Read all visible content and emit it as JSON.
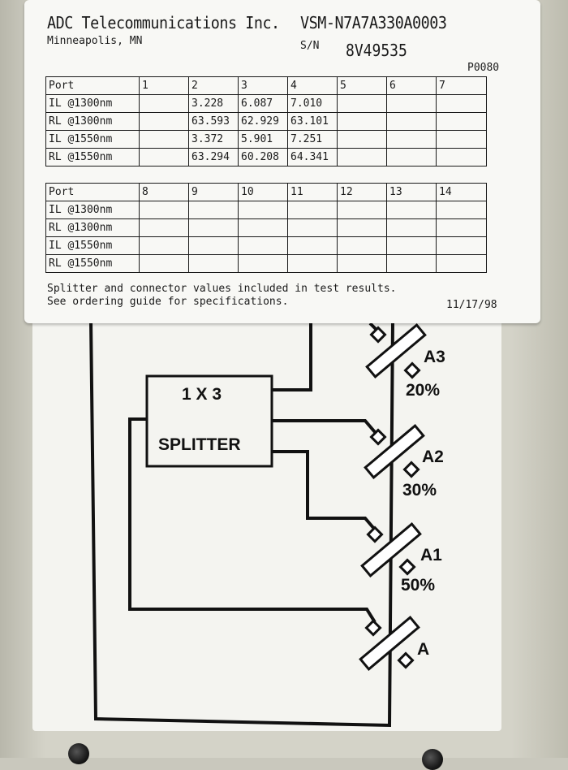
{
  "label": {
    "company": "ADC Telecommunications Inc.",
    "city": "Minneapolis, MN",
    "model": "VSM-N7A7A330A0003",
    "sn_label": "S/N",
    "sn_value": "8V49535",
    "part_code": "P0080",
    "table1": {
      "header": [
        "Port",
        "1",
        "2",
        "3",
        "4",
        "5",
        "6",
        "7"
      ],
      "rows": [
        [
          "IL @1300nm",
          "",
          "3.228",
          "6.087",
          "7.010",
          "",
          "",
          ""
        ],
        [
          "RL @1300nm",
          "",
          "63.593",
          "62.929",
          "63.101",
          "",
          "",
          ""
        ],
        [
          "IL @1550nm",
          "",
          "3.372",
          "5.901",
          "7.251",
          "",
          "",
          ""
        ],
        [
          "RL @1550nm",
          "",
          "63.294",
          "60.208",
          "64.341",
          "",
          "",
          ""
        ]
      ]
    },
    "table2": {
      "header": [
        "Port",
        "8",
        "9",
        "10",
        "11",
        "12",
        "13",
        "14"
      ],
      "rows": [
        [
          "IL @1300nm",
          "",
          "",
          "",
          "",
          "",
          "",
          ""
        ],
        [
          "RL @1300nm",
          "",
          "",
          "",
          "",
          "",
          "",
          ""
        ],
        [
          "IL @1550nm",
          "",
          "",
          "",
          "",
          "",
          "",
          ""
        ],
        [
          "RL @1550nm",
          "",
          "",
          "",
          "",
          "",
          "",
          ""
        ]
      ]
    },
    "note_line1": "Splitter and connector values included in test results.",
    "note_line2": "See ordering guide for specifications.",
    "date": "11/17/98"
  },
  "diagram": {
    "splitter_line1": "1 X 3",
    "splitter_line2": "SPLITTER",
    "ports": [
      {
        "name": "A3",
        "percent": "20%"
      },
      {
        "name": "A2",
        "percent": "30%"
      },
      {
        "name": "A1",
        "percent": "50%"
      },
      {
        "name": "A",
        "percent": ""
      }
    ]
  },
  "colors": {
    "panel": "#d4d3c8",
    "placard": "#f4f4f0",
    "ink": "#111111"
  }
}
